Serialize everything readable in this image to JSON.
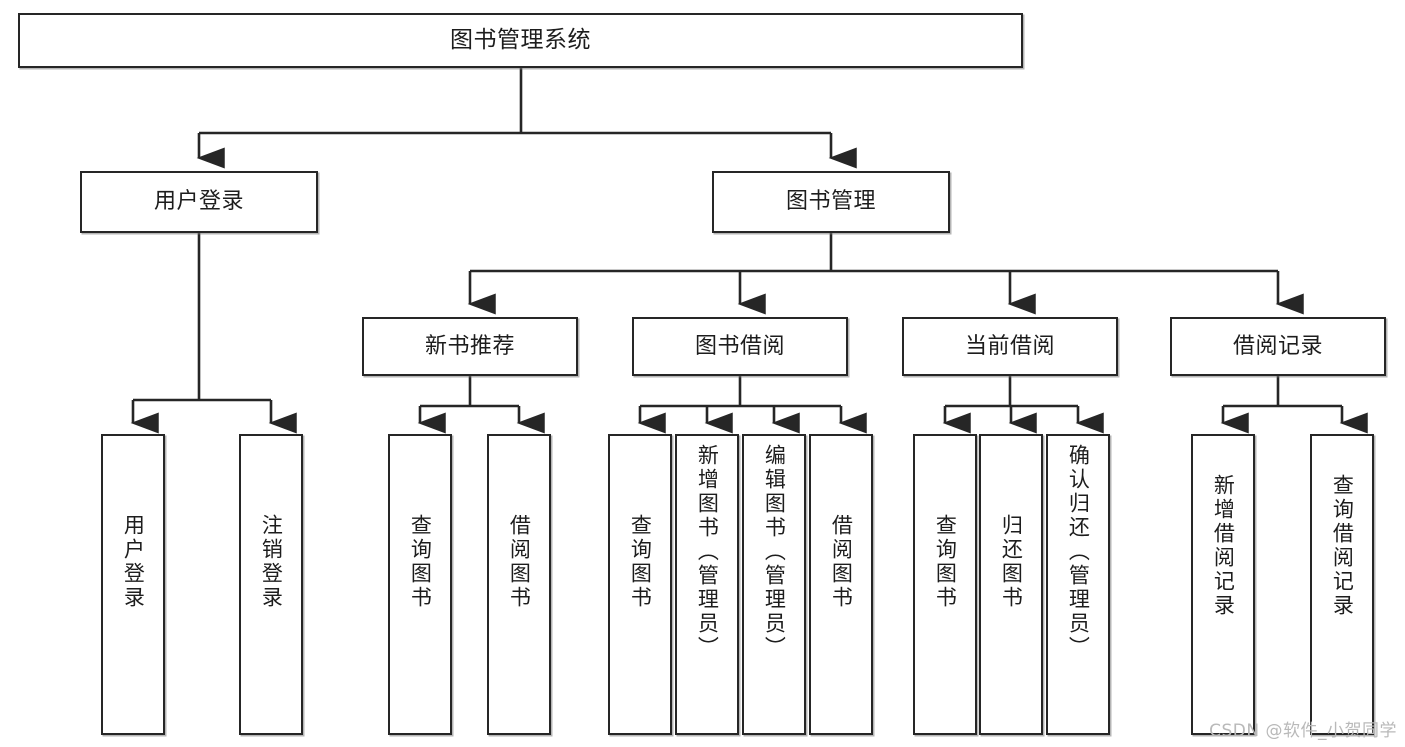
{
  "diagram": {
    "title": "图书管理系统",
    "type": "tree-hierarchy-chart",
    "watermark": "CSDN @软件_小贺同学",
    "colors": {
      "border": "#262626",
      "text": "#1d1d1d",
      "background": "#ffffff",
      "watermark": "#b9b9b9"
    },
    "root": {
      "label": "图书管理系统"
    },
    "level2": [
      {
        "label": "用户登录"
      },
      {
        "label": "图书管理"
      }
    ],
    "level3": [
      {
        "label": "新书推荐"
      },
      {
        "label": "图书借阅"
      },
      {
        "label": "当前借阅"
      },
      {
        "label": "借阅记录"
      }
    ],
    "leaves": {
      "user_login": [
        {
          "label": "用户登录"
        },
        {
          "label": "注销登录"
        }
      ],
      "new_book_recommend": [
        {
          "label": "查询图书"
        },
        {
          "label": "借阅图书"
        }
      ],
      "book_borrow": [
        {
          "label": "查询图书"
        },
        {
          "label": "新增图书（管理员）"
        },
        {
          "label": "编辑图书（管理员）"
        },
        {
          "label": "借阅图书"
        }
      ],
      "current_borrow": [
        {
          "label": "查询图书"
        },
        {
          "label": "归还图书"
        },
        {
          "label": "确认归还（管理员）"
        }
      ],
      "borrow_record": [
        {
          "label": "新增借阅记录"
        },
        {
          "label": "查询借阅记录"
        }
      ]
    }
  }
}
